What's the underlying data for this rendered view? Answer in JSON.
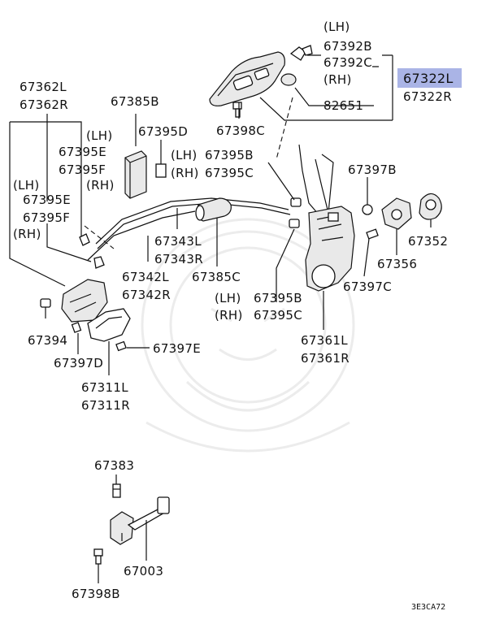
{
  "labels": {
    "lh_67392": "(LH)",
    "p67392B": "67392B",
    "p67392C": "67392C",
    "rh_67392": "(RH)",
    "p67322L": "67322L",
    "p67322R": "67322R",
    "p82651": "82651",
    "p67362L": "67362L",
    "p67362R": "67362R",
    "p67385B": "67385B",
    "p67395D": "67395D",
    "lh_67395D": "(LH)",
    "rh_67395D": "(RH)",
    "p67398C": "67398C",
    "p67395B_top": "67395B",
    "p67395C_top": "67395C",
    "lh_67395E": "(LH)",
    "p67395E_top": "67395E",
    "p67395F_top": "67395F",
    "rh_67395F": "(RH)",
    "lh_67395E_left": "(LH)",
    "p67395E_left": "67395E",
    "p67395F_left": "67395F",
    "rh_67395F_left": "(RH)",
    "p67397B": "67397B",
    "p67352": "67352",
    "p67356": "67356",
    "p67397C": "67397C",
    "p67343L": "67343L",
    "p67343R": "67343R",
    "p67342L": "67342L",
    "p67342R": "67342R",
    "p67385C": "67385C",
    "lh_67395B_bot": "(LH)",
    "p67395B_bot": "67395B",
    "rh_67395C_bot": "(RH)",
    "p67395C_bot": "67395C",
    "p67394": "67394",
    "p67397D": "67397D",
    "p67397E": "67397E",
    "p67361L": "67361L",
    "p67361R": "67361R",
    "p67311L": "67311L",
    "p67311R": "67311R",
    "p67383": "67383",
    "p67003": "67003",
    "p67398B": "67398B",
    "diagram_code": "3E3CA72"
  },
  "highlight": {
    "part": "67322L",
    "color": "#aab4e6"
  }
}
